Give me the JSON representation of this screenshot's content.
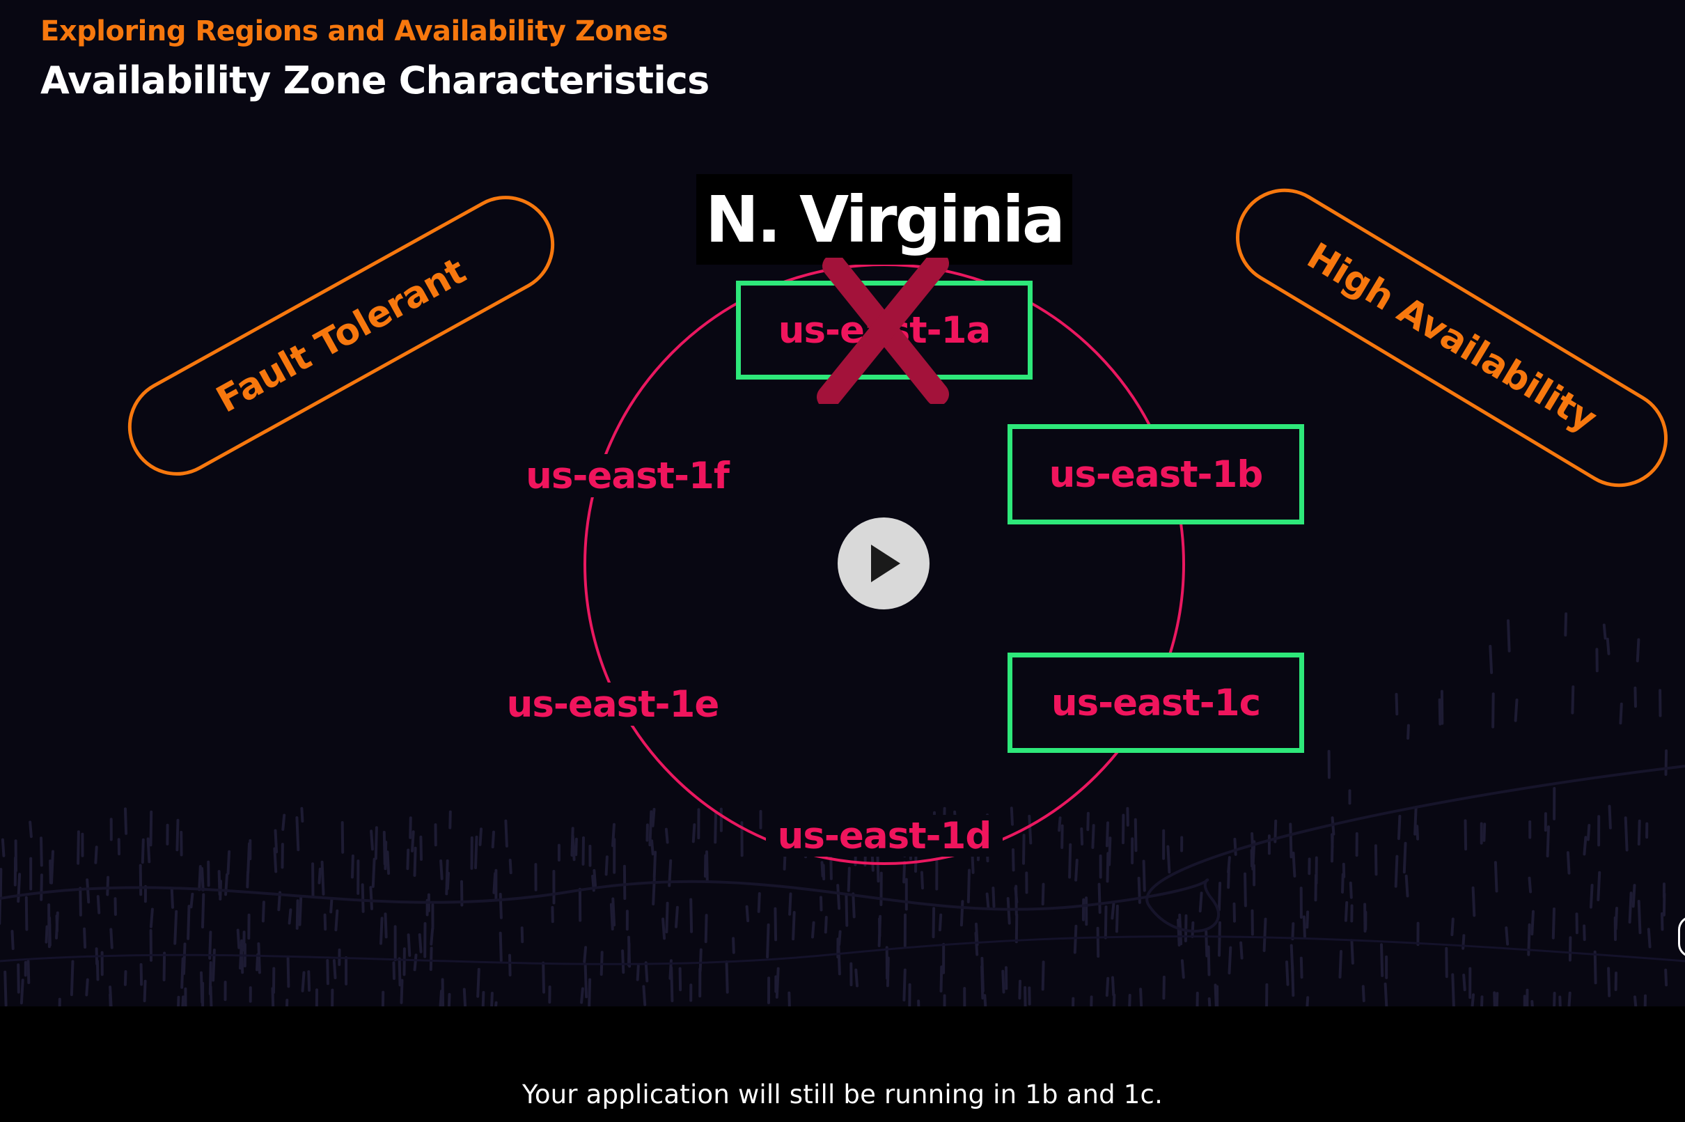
{
  "lesson": {
    "subtitle": "Exploring Regions and Availability Zones",
    "title": "Availability Zone Characteristics"
  },
  "diagram": {
    "region": "N. Virginia",
    "stamps": {
      "left": "Fault Tolerant",
      "right": "High Availability"
    },
    "zones": [
      {
        "label": "us-east-1a",
        "state": "failed",
        "highlighted": true
      },
      {
        "label": "us-east-1b",
        "state": "running",
        "highlighted": true
      },
      {
        "label": "us-east-1c",
        "state": "running",
        "highlighted": true
      },
      {
        "label": "us-east-1d",
        "state": "normal",
        "highlighted": false
      },
      {
        "label": "us-east-1e",
        "state": "normal",
        "highlighted": false
      },
      {
        "label": "us-east-1f",
        "state": "normal",
        "highlighted": false
      }
    ]
  },
  "player": {
    "play_icon": "play-icon",
    "caption": "Your application will still be running in 1b and 1c."
  },
  "colors": {
    "background": "#080712",
    "orange": "#f7780e",
    "pink": "#f0155d",
    "green": "#2ee87a",
    "cross": "#a3123a",
    "white": "#ffffff",
    "play_circle": "#d9d9d9",
    "play_triangle": "#1a1a1a"
  }
}
